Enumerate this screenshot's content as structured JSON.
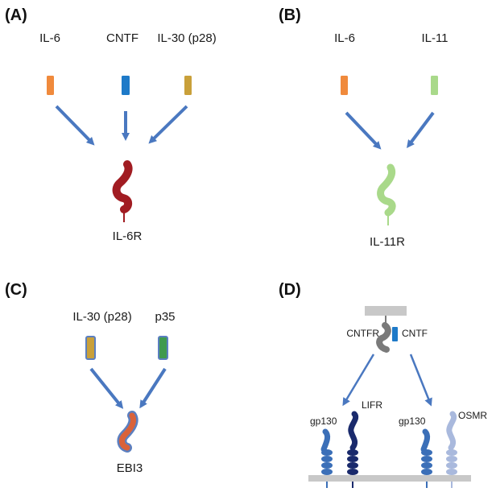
{
  "panels": {
    "a": {
      "label": "(A)",
      "ligands": [
        "IL-6",
        "CNTF",
        "IL-30 (p28)"
      ],
      "receptor": "IL-6R",
      "colors": {
        "il6": "#f08a3c",
        "cntf": "#1e7ac8",
        "il30": "#c9a03a",
        "receptor": "#a11c22",
        "arrow": "#4a78c0"
      }
    },
    "b": {
      "label": "(B)",
      "ligands": [
        "IL-6",
        "IL-11"
      ],
      "receptor": "IL-11R",
      "colors": {
        "il6": "#f08a3c",
        "il11": "#a9d98a",
        "receptor": "#a9d98a"
      }
    },
    "c": {
      "label": "(C)",
      "ligands": [
        "IL-30 (p28)",
        "p35"
      ],
      "receptor": "EBI3",
      "colors": {
        "il30": "#c9a03a",
        "p35": "#3f9a4e",
        "outline": "#5b7fc0",
        "receptor": "#d9623a"
      }
    },
    "d": {
      "label": "(D)",
      "cntfr": "CNTFR",
      "cntf": "CNTF",
      "gp130_left": "gp130",
      "lifr": "LIFR",
      "gp130_right": "gp130",
      "osmr": "OSMR",
      "colors": {
        "membrane": "#c8c8c8",
        "cntfr": "#7a7a7a",
        "cntf": "#1e7ac8",
        "gp130": "#3b6fb8",
        "lifr": "#1a2a6c",
        "osmr": "#a9b9dd"
      }
    }
  }
}
